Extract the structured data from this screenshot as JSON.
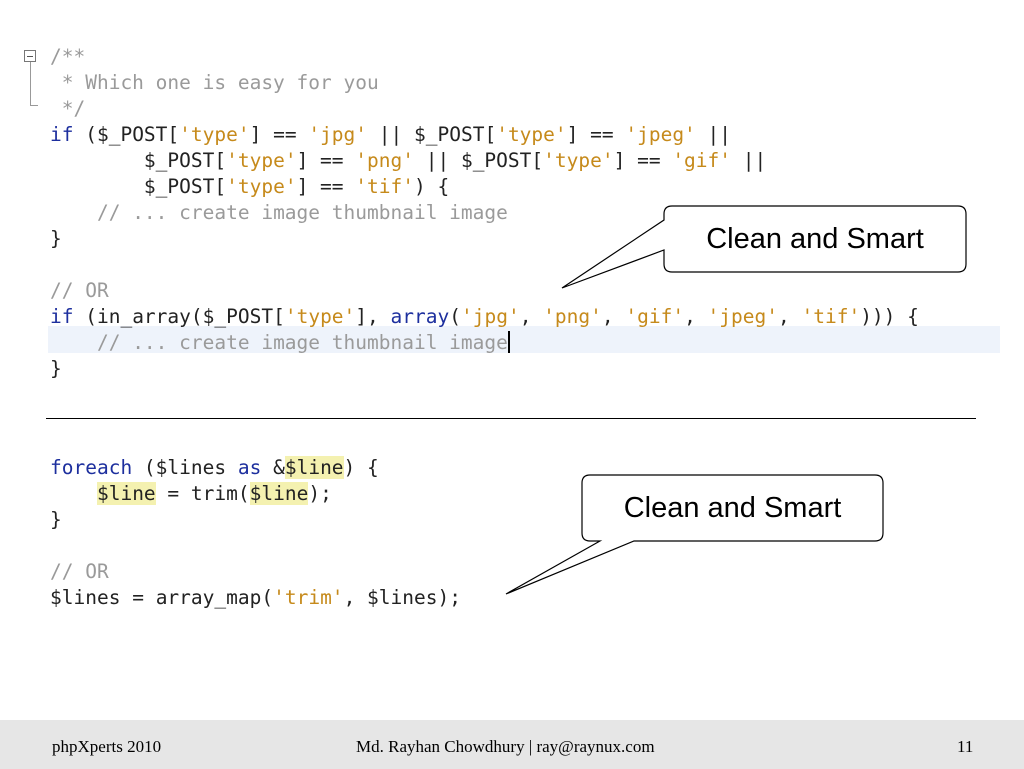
{
  "code_block_1": {
    "doc_open": "/**",
    "doc_line": " * Which one is easy for you",
    "doc_close": " */",
    "comment_create": "// ... create image thumbnail image",
    "comment_or": "// OR",
    "close_brace": "}",
    "kw_if": "if",
    "kw_array": "array",
    "var_post": "$_POST",
    "str_type": "'type'",
    "str_jpg": "'jpg'",
    "str_jpeg": "'jpeg'",
    "str_png": "'png'",
    "str_gif": "'gif'",
    "str_tif": "'tif'",
    "fn_in_array": "in_array"
  },
  "code_block_2": {
    "kw_foreach": "foreach",
    "kw_as": "as",
    "var_lines": "$lines",
    "var_line": "$line",
    "fn_trim": "trim",
    "fn_array_map": "array_map",
    "str_trim": "'trim'",
    "comment_or": "// OR",
    "close_brace": "}"
  },
  "callouts": {
    "top": "Clean and Smart",
    "bottom": "Clean and Smart"
  },
  "footer": {
    "left": "phpXperts 2010",
    "center": "Md. Rayhan Chowdhury | ray@raynux.com",
    "page_number": "11"
  },
  "colors": {
    "keyword": "#1d2f9e",
    "string": "#c68a1b",
    "comment": "#9a9a9a",
    "highlight": "#f4f1b0",
    "current_line": "#eef3fb",
    "footer_bg": "#e6e6e6"
  }
}
